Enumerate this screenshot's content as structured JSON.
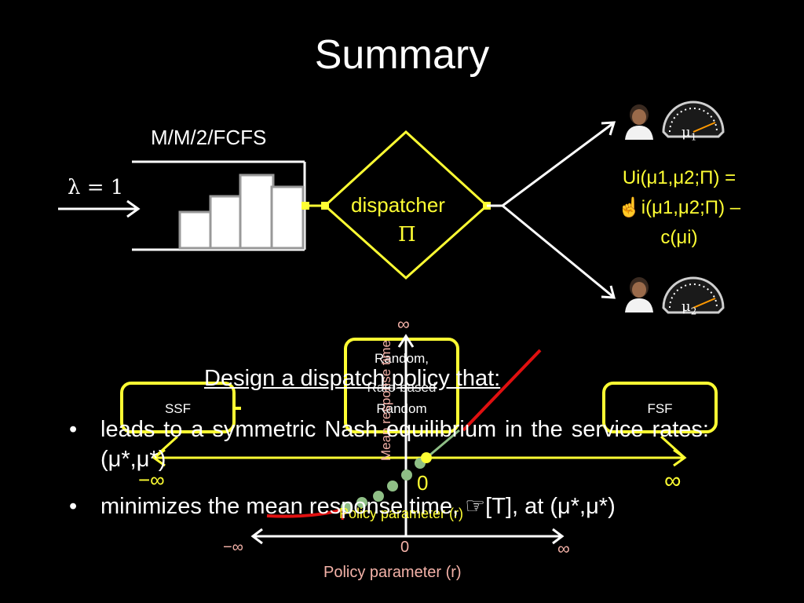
{
  "title": "Summary",
  "queue": {
    "label": "M/M/2/FCFS",
    "arrival_rate": "λ = 1"
  },
  "dispatcher": {
    "label": "dispatcher",
    "symbol": "Π"
  },
  "servers": [
    {
      "rate_label": "μ",
      "rate_sub": "1"
    },
    {
      "rate_label": "μ",
      "rate_sub": "2"
    }
  ],
  "utility": {
    "line1": "Ui(μ1,μ2;Π) =",
    "line2": "☝i(μ1,μ2;Π) –",
    "line3": "c(μi)"
  },
  "design_heading": "Design a dispatch policy that:",
  "bullets": [
    "leads to a symmetric Nash equilibrium in the service rates: (μ*,μ*)",
    "minimizes the mean response time, ☞[T], at (μ*,μ*)"
  ],
  "policy_boxes": {
    "left": "SSF",
    "middle_upper": "Random,",
    "middle_lower": "Random",
    "middle_overlap": "Rate-based",
    "right": "FSF"
  },
  "plot": {
    "y_axis_label": "Mean response time",
    "y_top": "∞",
    "x_label_inner": "Policy parameter (r)",
    "x_label_outer": "Policy parameter (r)",
    "x_min_inner": "−∞",
    "x_zero_inner": "0",
    "x_max_inner": "∞",
    "x_min_outer": "−∞",
    "x_zero_outer": "0",
    "x_max_outer": "∞"
  },
  "colors": {
    "background": "#000000",
    "accent_yellow": "#ffff33",
    "text_pink": "#f4b2a8",
    "red": "#e01010",
    "green_dots": "#8fbf86"
  }
}
